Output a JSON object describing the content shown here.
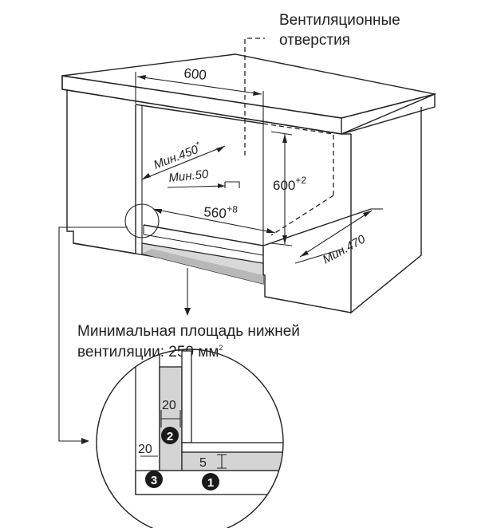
{
  "labels": {
    "vent_openings_line1": "Вентиляционные",
    "vent_openings_line2": "отверстия",
    "width_600": "600",
    "min450": "Мин.450",
    "min450_star": "*",
    "min50": "Мин.50",
    "height_600": "600",
    "height_600_sup": "+2",
    "w560": "560",
    "w560_sup": "+8",
    "min470": "Мин.470",
    "bottom_vent_line1": "Минимальная площадь нижней",
    "bottom_vent_line2": "вентиляции: 250 мм",
    "bottom_vent_sup": "2",
    "detail_20_top": "20",
    "detail_20_left": "20",
    "detail_5": "5"
  },
  "markers": [
    "1",
    "2",
    "3"
  ],
  "colors": {
    "line": "#222222",
    "cabinet_fill": "#ffffff",
    "gray_fill": "#d4d4d4",
    "dark_gray": "#b0b0b0",
    "marker_fill": "#1a1a1a",
    "marker_text": "#ffffff"
  }
}
